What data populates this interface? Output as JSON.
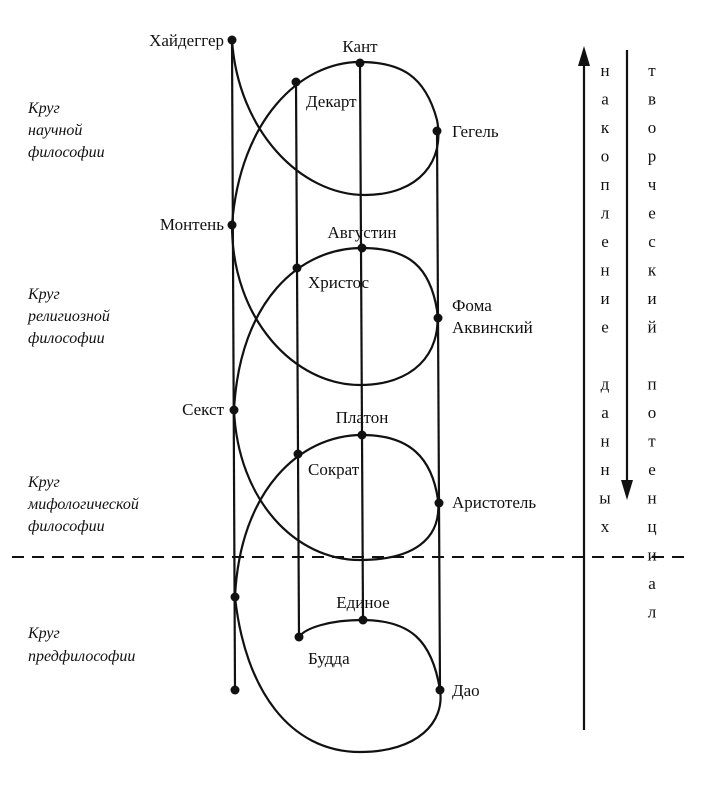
{
  "circles": [
    {
      "lines": [
        "Круг",
        "научной",
        "философии"
      ]
    },
    {
      "lines": [
        "Круг",
        "религиозной",
        "философии"
      ]
    },
    {
      "lines": [
        "Круг",
        "мифологической",
        "философии"
      ]
    },
    {
      "lines": [
        "Круг",
        "предфилософии"
      ]
    }
  ],
  "names": {
    "heidegger": "Хайдеггер",
    "kant": "Кант",
    "descartes": "Декарт",
    "hegel": "Гегель",
    "montaigne": "Монтень",
    "augustine": "Августин",
    "christ": "Христос",
    "aquinas_1": "Фома",
    "aquinas_2": "Аквинский",
    "sextus": "Секст",
    "plato": "Платон",
    "socrates": "Сократ",
    "aristotle": "Аристотель",
    "one": "Единое",
    "buddha": "Будда",
    "dao": "Дао"
  },
  "axes": {
    "accumulation": "накопление данных",
    "potential": "творческий потенциал"
  }
}
